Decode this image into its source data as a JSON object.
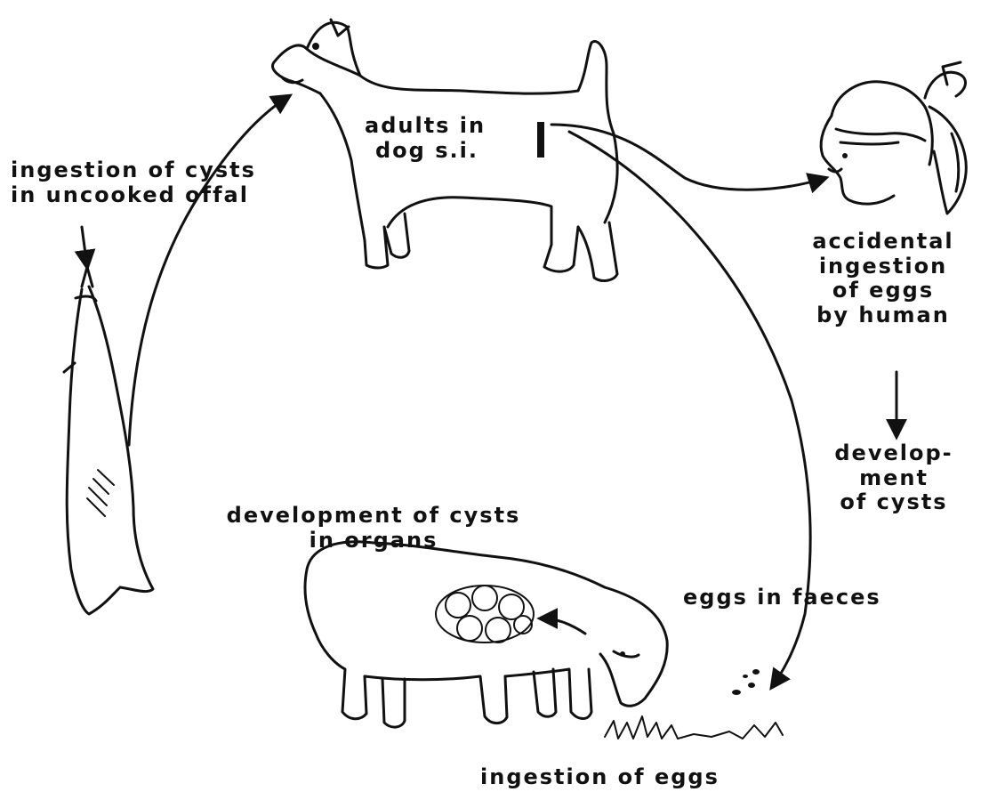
{
  "labels": {
    "adults_line1": "adults in",
    "adults_line2": "dog s.i.",
    "cysts_offal_line1": "ingestion of cysts",
    "cysts_offal_line2": "in uncooked offal",
    "accidental_line1": "accidental",
    "accidental_line2": "ingestion",
    "accidental_line3": "of eggs",
    "accidental_line4": "by human",
    "dev_cysts_line1": "develop-",
    "dev_cysts_line2": "ment",
    "dev_cysts_line3": "of cysts",
    "organs_line1": "development of cysts",
    "organs_line2": "in organs",
    "eggs_faeces": "eggs in faeces",
    "ingestion_eggs": "ingestion of eggs"
  }
}
